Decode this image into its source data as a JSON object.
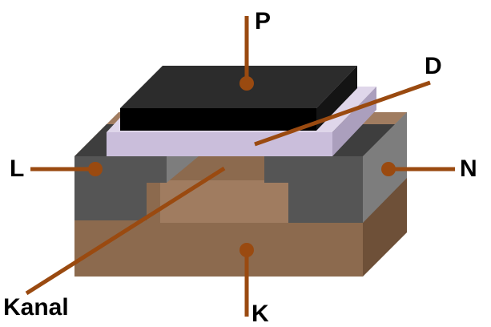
{
  "labels": {
    "p": "P",
    "d": "D",
    "l": "L",
    "n": "N",
    "kanal": "Kanal",
    "k": "K"
  },
  "colors": {
    "background": "#ffffff",
    "leader_line": "#9a4a10",
    "substrate_front": "#8c6a4e",
    "substrate_top": "#a07c60",
    "substrate_side": "#6e5038",
    "region_front": "#555555",
    "region_top": "#3e3e3e",
    "region_side": "#7d7d7d",
    "oxide_front": "#cabedb",
    "oxide_top": "#dfd6ea",
    "oxide_side": "#ab9fbd",
    "gate_front": "#000000",
    "gate_top": "#2c2c2c",
    "gate_side": "#141414"
  }
}
